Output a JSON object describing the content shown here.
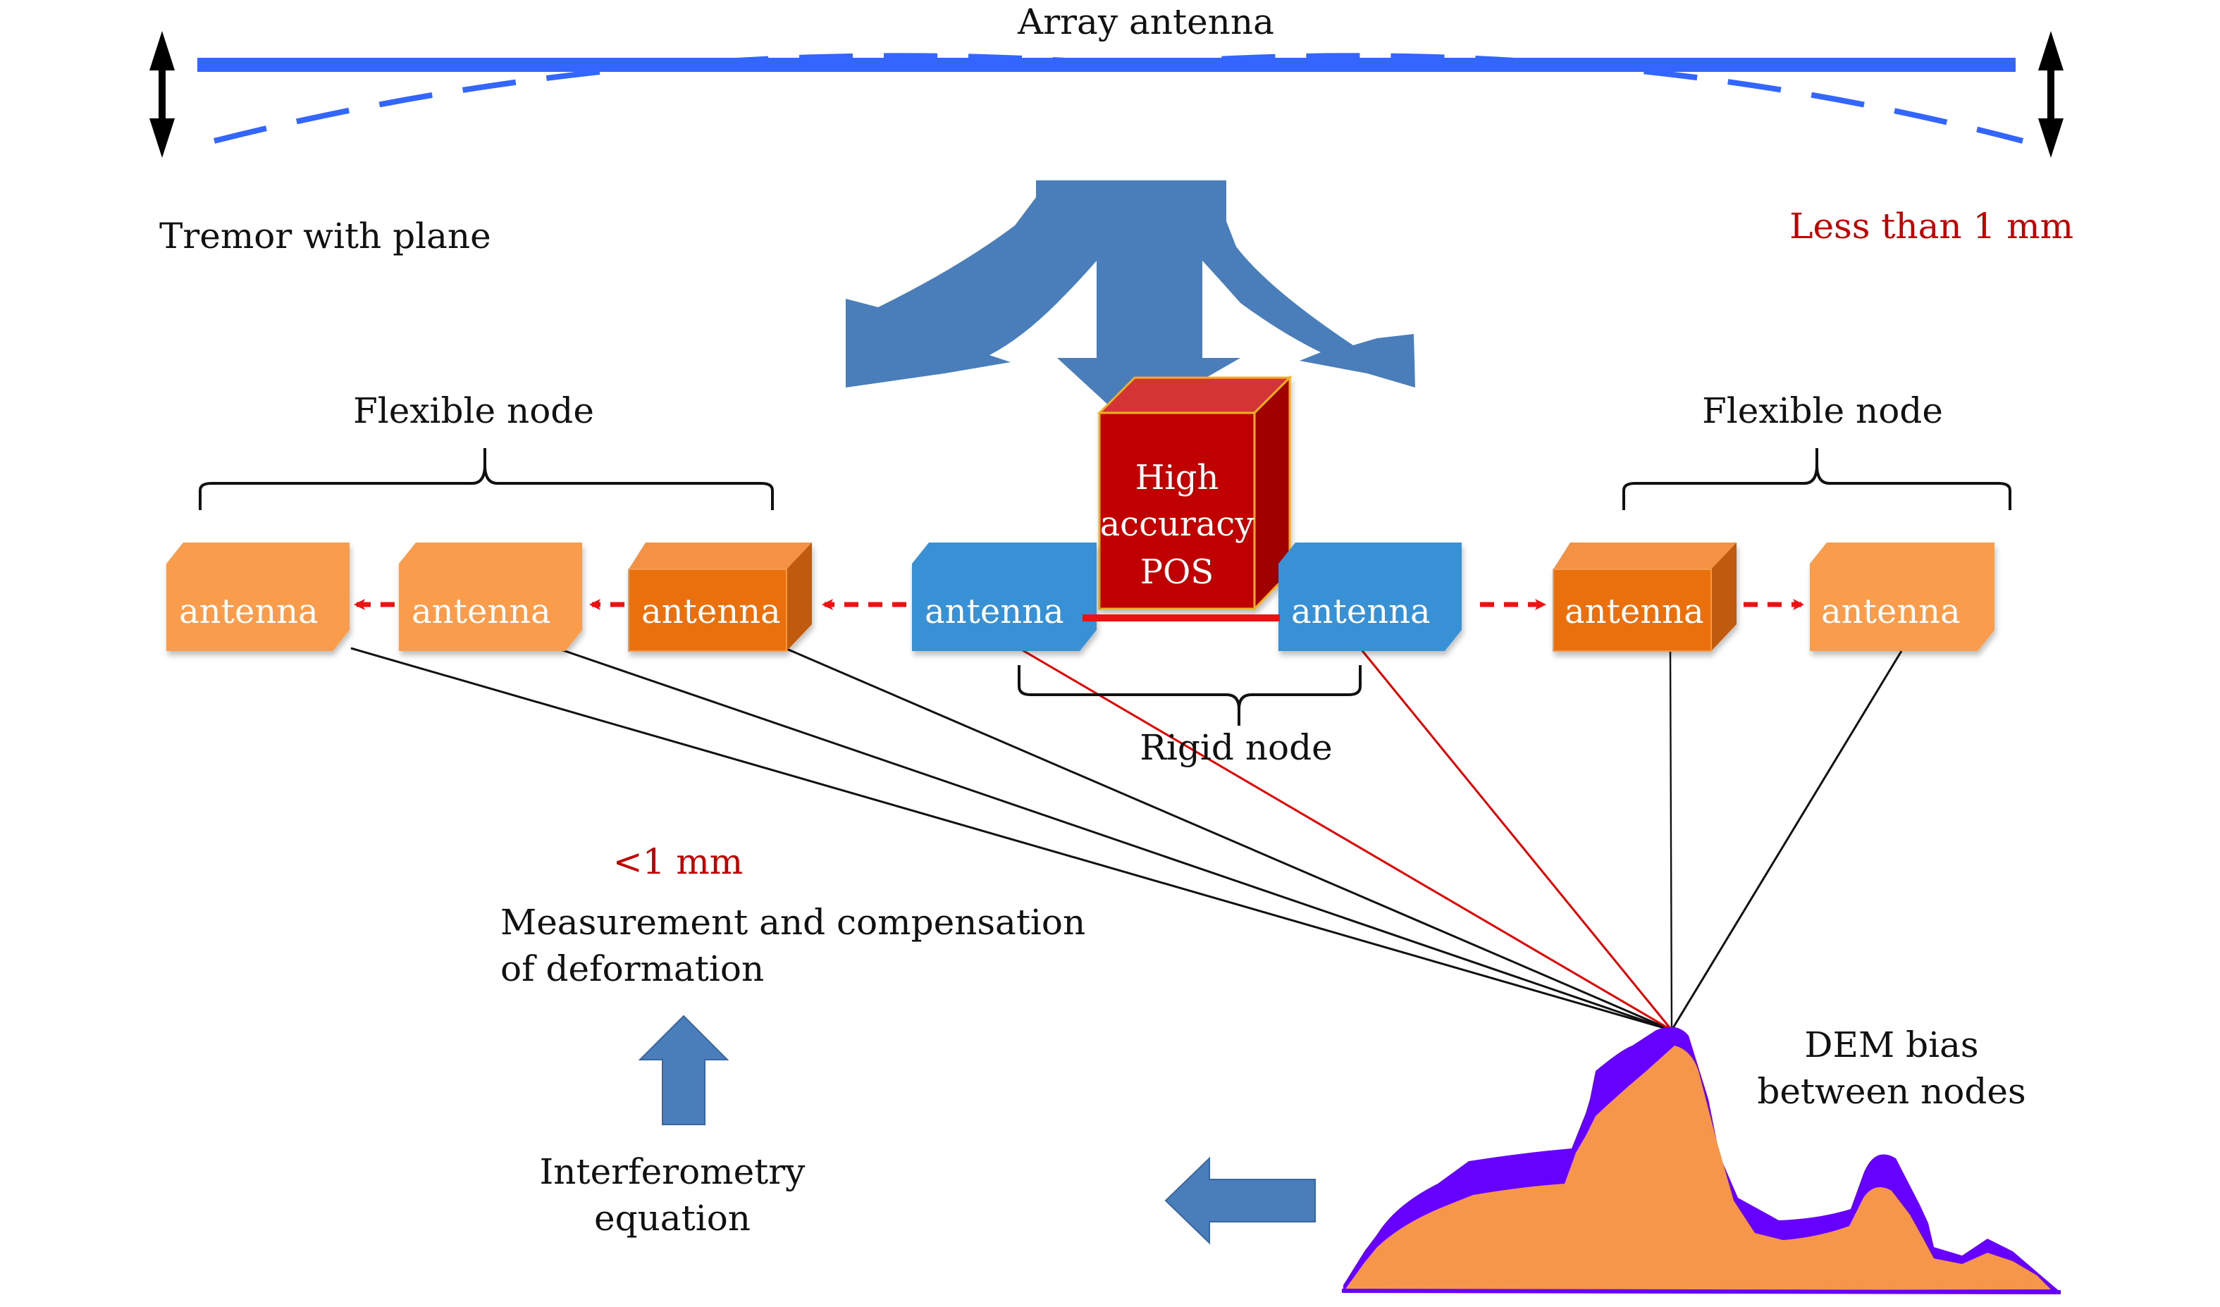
{
  "title": "Array antenna",
  "labels": {
    "tremor": "Tremor with plane",
    "less_than": "Less than 1 mm",
    "flexible_left": "Flexible node",
    "flexible_right": "Flexible node",
    "rigid": "Rigid node",
    "lt1mm": "<1 mm",
    "measurement_line1": "Measurement and compensation",
    "measurement_line2": "of deformation",
    "interferometry_line1": "Interferometry",
    "interferometry_line2": "equation",
    "dem_line1": "DEM bias",
    "dem_line2": "between nodes"
  },
  "pos": {
    "line1": "High",
    "line2": "accuracy",
    "line3": "POS"
  },
  "antennas": [
    {
      "label": "antenna",
      "style": "light-orange",
      "group": "flexible-left"
    },
    {
      "label": "antenna",
      "style": "light-orange",
      "group": "flexible-left"
    },
    {
      "label": "antenna",
      "style": "dark-orange-cube",
      "group": "flexible-left"
    },
    {
      "label": "antenna",
      "style": "blue",
      "group": "rigid"
    },
    {
      "label": "antenna",
      "style": "blue",
      "group": "rigid"
    },
    {
      "label": "antenna",
      "style": "dark-orange-cube",
      "group": "flexible-right"
    },
    {
      "label": "antenna",
      "style": "light-orange",
      "group": "flexible-right"
    }
  ],
  "colors": {
    "array_blue": "#3366FF",
    "arrow_blue": "#4A7EBB",
    "antenna_blue": "#3791D5",
    "light_orange": "#F99C4B",
    "dark_orange": "#EA700E",
    "pos_red": "#C00000",
    "dem_purple": "#6600FF",
    "dem_orange": "#F5964A",
    "accent_red": "#C00000",
    "link_red": "#EE1111"
  }
}
